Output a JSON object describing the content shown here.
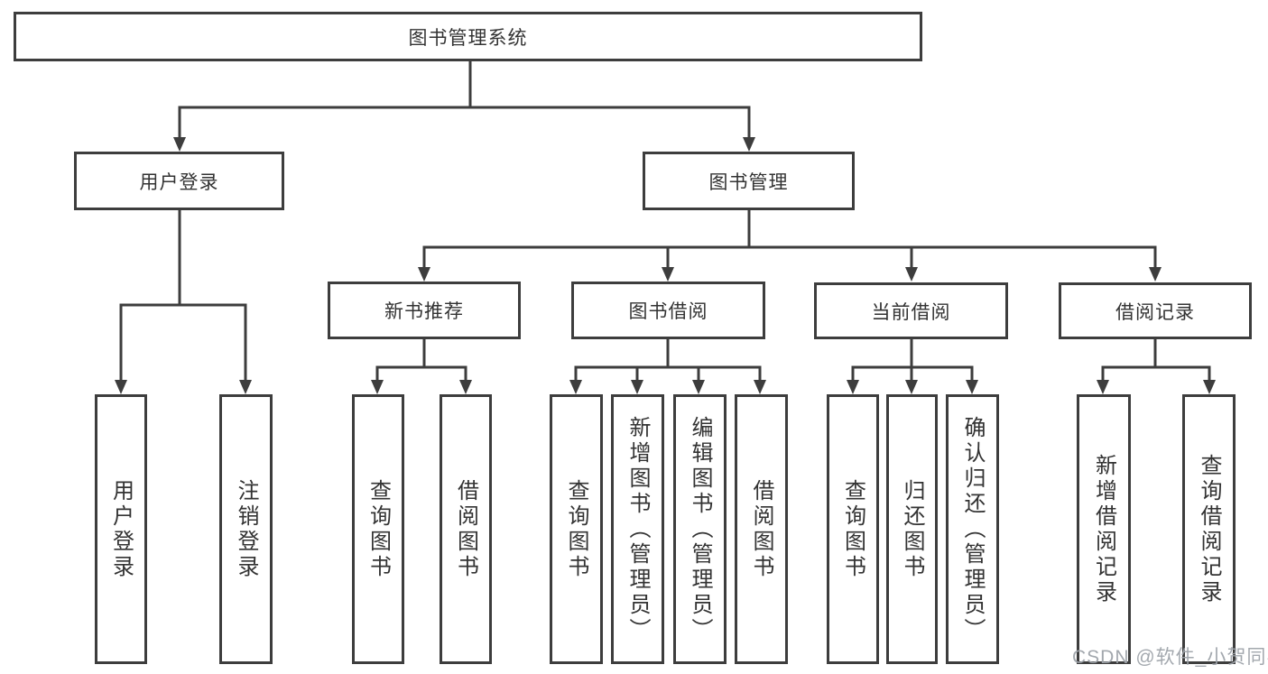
{
  "diagram": {
    "type": "hierarchy-tree",
    "colors": {
      "line": "#3d3d3d",
      "box_border": "#3d3d3d",
      "text": "#333333",
      "background": "#ffffff",
      "watermark": "#9ea3aa"
    },
    "root": {
      "label": "图书管理系统"
    },
    "level2": [
      {
        "id": "user-login",
        "label": "用户登录"
      },
      {
        "id": "book-management",
        "label": "图书管理"
      }
    ],
    "level3": [
      {
        "id": "new-book-recommend",
        "label": "新书推荐",
        "parent": "图书管理"
      },
      {
        "id": "book-borrowing",
        "label": "图书借阅",
        "parent": "图书管理"
      },
      {
        "id": "current-borrowing",
        "label": "当前借阅",
        "parent": "图书管理"
      },
      {
        "id": "borrowing-records",
        "label": "借阅记录",
        "parent": "图书管理"
      }
    ],
    "leaves": [
      {
        "id": "user-login",
        "label": "用户登录",
        "parent": "用户登录"
      },
      {
        "id": "logout",
        "label": "注销登录",
        "parent": "用户登录"
      },
      {
        "id": "query-books-recommend",
        "label": "查询图书",
        "parent": "新书推荐"
      },
      {
        "id": "borrow-books-recommend",
        "label": "借阅图书",
        "parent": "新书推荐"
      },
      {
        "id": "query-books-borrowing",
        "label": "查询图书",
        "parent": "图书借阅"
      },
      {
        "id": "add-books-admin",
        "label": "新增图书（管理员）",
        "parent": "图书借阅"
      },
      {
        "id": "edit-books-admin",
        "label": "编辑图书（管理员）",
        "parent": "图书借阅"
      },
      {
        "id": "borrow-books-borrowing",
        "label": "借阅图书",
        "parent": "图书借阅"
      },
      {
        "id": "query-books-current",
        "label": "查询图书",
        "parent": "当前借阅"
      },
      {
        "id": "return-books",
        "label": "归还图书",
        "parent": "当前借阅"
      },
      {
        "id": "confirm-return-admin",
        "label": "确认归还（管理员）",
        "parent": "当前借阅"
      },
      {
        "id": "add-borrowing-record",
        "label": "新增借阅记录",
        "parent": "借阅记录"
      },
      {
        "id": "query-borrowing-record",
        "label": "查询借阅记录",
        "parent": "借阅记录"
      }
    ],
    "watermark": "CSDN @软件_小贺同学"
  }
}
